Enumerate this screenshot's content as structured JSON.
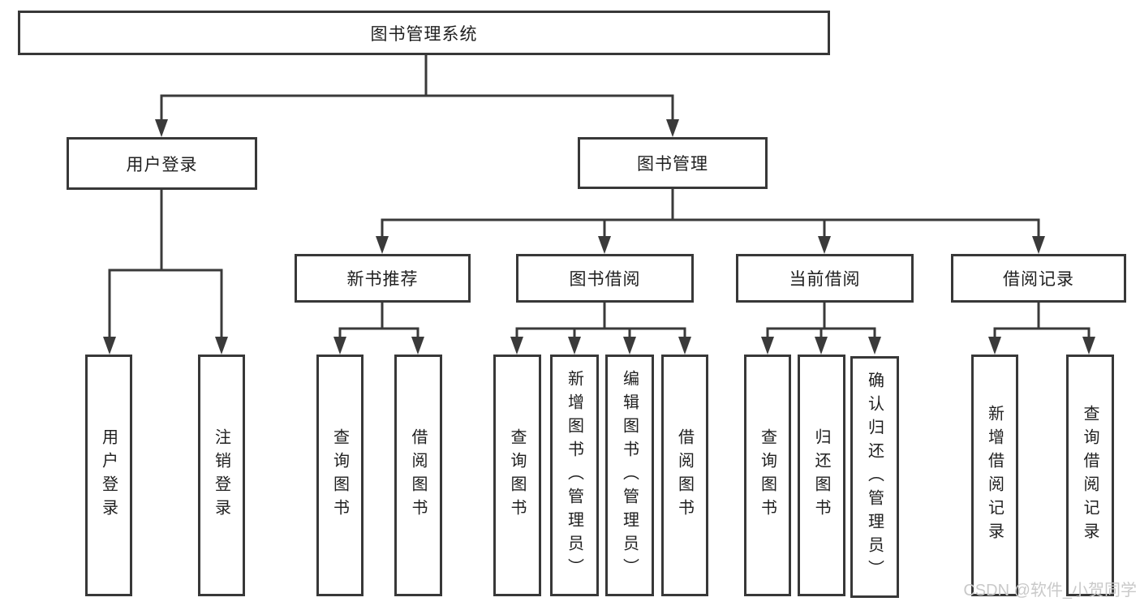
{
  "diagram": {
    "root": {
      "label": "图书管理系统"
    },
    "user_login": {
      "label": "用户登录",
      "children": [
        {
          "label": "用户登录"
        },
        {
          "label": "注销登录"
        }
      ]
    },
    "book_management": {
      "label": "图书管理",
      "sections": [
        {
          "label": "新书推荐",
          "children": [
            {
              "label": "查询图书"
            },
            {
              "label": "借阅图书"
            }
          ]
        },
        {
          "label": "图书借阅",
          "children": [
            {
              "label": "查询图书"
            },
            {
              "label": "新增图书（管理员）"
            },
            {
              "label": "编辑图书（管理员）"
            },
            {
              "label": "借阅图书"
            }
          ]
        },
        {
          "label": "当前借阅",
          "children": [
            {
              "label": "查询图书"
            },
            {
              "label": "归还图书"
            },
            {
              "label": "确认归还（管理员）"
            }
          ]
        },
        {
          "label": "借阅记录",
          "children": [
            {
              "label": "新增借阅记录"
            },
            {
              "label": "查询借阅记录"
            }
          ]
        }
      ]
    }
  },
  "watermark": {
    "text": "CSDN @软件_小贺同学"
  },
  "colors": {
    "line": "#3a3a3a",
    "border": "#383838",
    "text": "#1f1f1f",
    "watermark": "#c9c9c9",
    "background": "#ffffff"
  }
}
